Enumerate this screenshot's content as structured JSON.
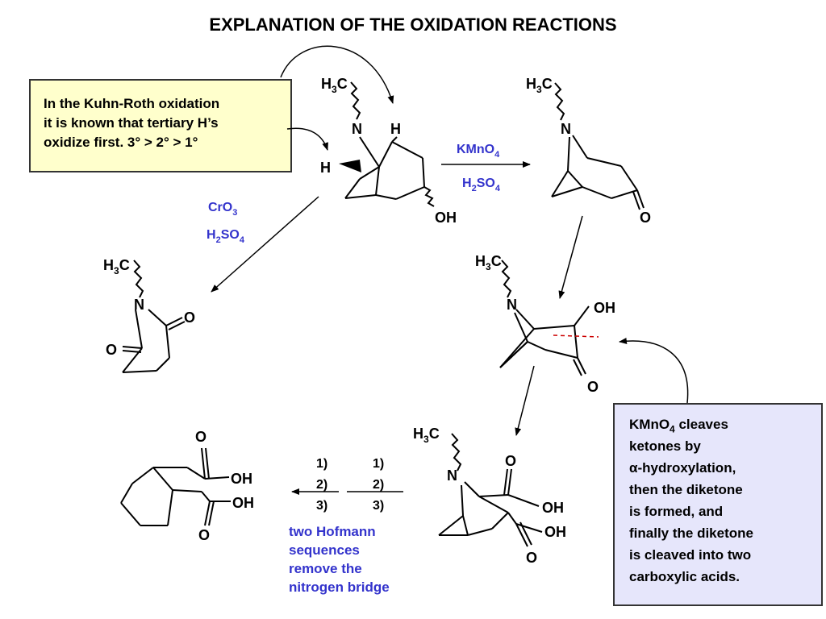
{
  "title": "EXPLANATION OF THE OXIDATION REACTIONS",
  "note_box": {
    "line1": "In the Kuhn-Roth oxidation",
    "line2": "it is known that tertiary H’s",
    "line3": "oxidize first.  3° > 2° > 1°"
  },
  "reagents_top": {
    "oxidant_main": "KMnO",
    "oxidant_sub": "4",
    "acid_main": "H",
    "acid_sub1": "2",
    "acid_mid": "SO",
    "acid_sub2": "4"
  },
  "reagents_left": {
    "oxidant_main": "CrO",
    "oxidant_sub": "3",
    "acid_main": "H",
    "acid_sub1": "2",
    "acid_mid": "SO",
    "acid_sub2": "4"
  },
  "atoms": {
    "methyl_main": "H",
    "methyl_sub": "3",
    "methyl_c": "C",
    "nitrogen": "N",
    "hydrogen": "H",
    "oxygen": "O",
    "hydroxyl": "OH"
  },
  "hofmann_steps": {
    "s1": "1)",
    "s2": "2)",
    "s3": "3)"
  },
  "hofmann_note": {
    "line1": "two Hofmann",
    "line2": "sequences",
    "line3": "remove the",
    "line4": "nitrogen bridge"
  },
  "cleave_box": {
    "line1_main": "KMnO",
    "line1_sub": "4",
    "line1_rest": " cleaves",
    "line2": "ketones by",
    "line3": "α-hydroxylation,",
    "line4": "then the diketone",
    "line5": "is formed, and",
    "line6": "finally the diketone",
    "line7": "is cleaved into two",
    "line8": "carboxylic acids."
  },
  "colors": {
    "reagent_blue": "#3333cc",
    "note_bg": "#ffffcc",
    "cleave_bg": "#e6e6fb",
    "cleave_line": "#cc0000"
  }
}
